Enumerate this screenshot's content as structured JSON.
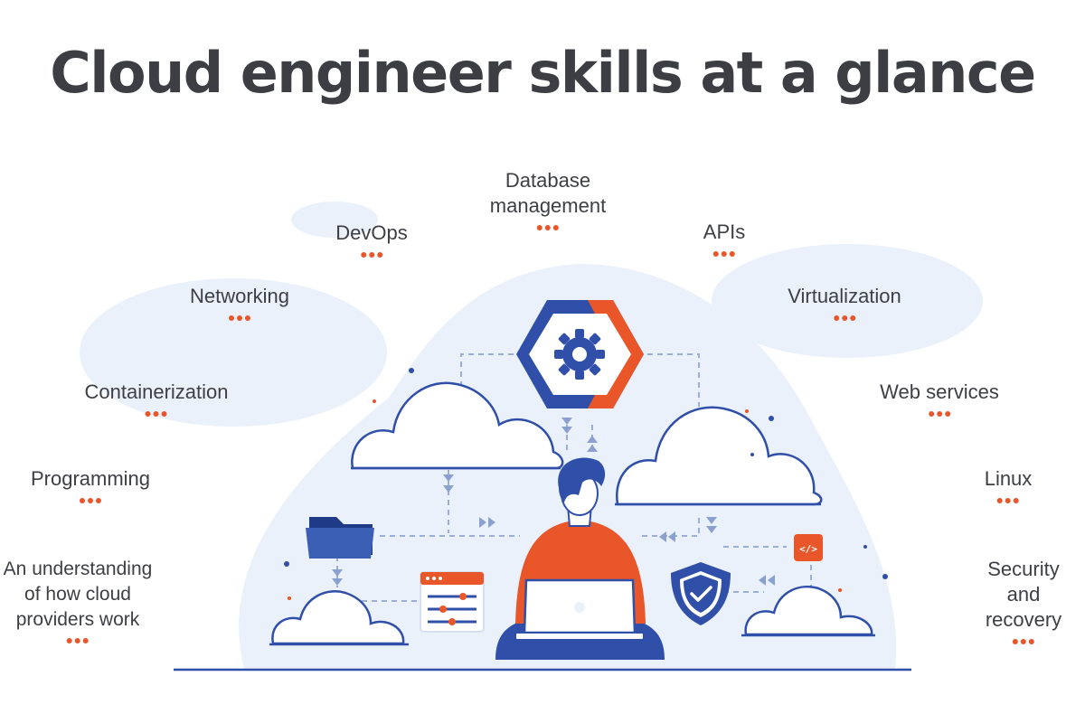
{
  "title": "Cloud engineer skills at a glance",
  "colors": {
    "accent": "#e8562a",
    "primary_blue": "#2f4fa8",
    "light_blue": "#eaf1fb",
    "text": "#3d3f44"
  },
  "skills": [
    {
      "id": "database-management",
      "label": "Database\nmanagement"
    },
    {
      "id": "devops",
      "label": "DevOps"
    },
    {
      "id": "apis",
      "label": "APIs"
    },
    {
      "id": "networking",
      "label": "Networking"
    },
    {
      "id": "virtualization",
      "label": "Virtualization"
    },
    {
      "id": "containerization",
      "label": "Containerization"
    },
    {
      "id": "web-services",
      "label": "Web services"
    },
    {
      "id": "programming",
      "label": "Programming"
    },
    {
      "id": "linux",
      "label": "Linux"
    },
    {
      "id": "cloud-providers",
      "label": "An understanding\nof how cloud\nproviders work"
    },
    {
      "id": "security-recovery",
      "label": "Security\nand\nrecovery"
    }
  ],
  "icons": {
    "code_badge": "</>",
    "hexagon": "gear-icon",
    "shield": "check-icon",
    "folder": "folder-icon",
    "laptop": "laptop-icon"
  }
}
